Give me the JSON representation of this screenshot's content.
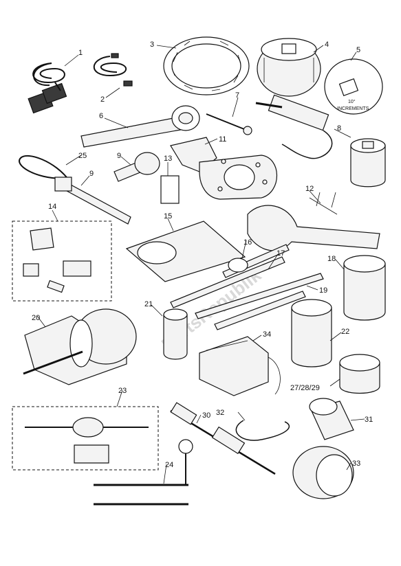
{
  "watermark": "PartsRepublik",
  "protractor_text": {
    "deg": "10°",
    "word": "INCREMENTS"
  },
  "callouts": [
    {
      "id": "c1",
      "text": "1"
    },
    {
      "id": "c2",
      "text": "2"
    },
    {
      "id": "c3",
      "text": "3"
    },
    {
      "id": "c4",
      "text": "4"
    },
    {
      "id": "c5",
      "text": "5"
    },
    {
      "id": "c6",
      "text": "6"
    },
    {
      "id": "c7",
      "text": "7"
    },
    {
      "id": "c8",
      "text": "8"
    },
    {
      "id": "c9a",
      "text": "9"
    },
    {
      "id": "c9b",
      "text": "9"
    },
    {
      "id": "c11",
      "text": "11"
    },
    {
      "id": "c12",
      "text": "12"
    },
    {
      "id": "c13",
      "text": "13"
    },
    {
      "id": "c14",
      "text": "14"
    },
    {
      "id": "c15",
      "text": "15"
    },
    {
      "id": "c16",
      "text": "16"
    },
    {
      "id": "c17",
      "text": "17"
    },
    {
      "id": "c18",
      "text": "18"
    },
    {
      "id": "c19",
      "text": "19"
    },
    {
      "id": "c20",
      "text": "20"
    },
    {
      "id": "c21",
      "text": "21"
    },
    {
      "id": "c22",
      "text": "22"
    },
    {
      "id": "c23",
      "text": "23"
    },
    {
      "id": "c24",
      "text": "24"
    },
    {
      "id": "c25",
      "text": "25"
    },
    {
      "id": "c27",
      "text": "27/28/29"
    },
    {
      "id": "c30",
      "text": "30"
    },
    {
      "id": "c31",
      "text": "31"
    },
    {
      "id": "c32",
      "text": "32"
    },
    {
      "id": "c33",
      "text": "33"
    },
    {
      "id": "c34",
      "text": "34"
    }
  ]
}
